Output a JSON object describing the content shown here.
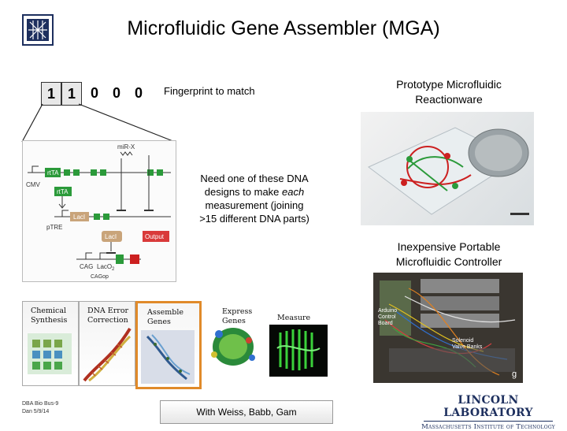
{
  "title": "Microfluidic Gene Assembler (MGA)",
  "bits": [
    "1",
    "1",
    "0",
    "0",
    "0"
  ],
  "fingerprint_label": "Fingerprint to match",
  "circuit": {
    "labels": {
      "mir": "miR-X",
      "rtta1": "rtTA",
      "cmv": "CMV",
      "rtta2": "rtTA",
      "ptre": "pTRE",
      "laci1": "LacI",
      "laci2": "LacI",
      "output": "Output",
      "cag": "CAG",
      "laco": "LacO",
      "subscript": "2",
      "cagop": "CAGop"
    }
  },
  "need_text": "Need one of these DNA designs to make each measurement (joining >15 different DNA parts)",
  "need_text_parts": [
    "Need one of these DNA",
    "designs to make ",
    "each",
    "measurement (joining",
    ">15 different DNA parts)"
  ],
  "prototype_title": [
    "Prototype Microfluidic",
    "Reactionware"
  ],
  "controller_title": [
    "Inexpensive Portable",
    "Microfluidic Controller"
  ],
  "controller_labels": {
    "arduino": [
      "Arduino",
      "Control",
      "Board"
    ],
    "valves": [
      "Solenoid",
      "Valve Banks"
    ],
    "g": "g"
  },
  "steps": [
    {
      "label": [
        "Chemical",
        "Synthesis"
      ]
    },
    {
      "label": [
        "DNA Error",
        "Correction"
      ]
    },
    {
      "label": [
        "Assemble",
        "Genes"
      ]
    },
    {
      "label": [
        "Express",
        "Genes"
      ]
    },
    {
      "label": [
        "Measure"
      ]
    }
  ],
  "footer": {
    "left_lines": [
      "DBA Bio Bus-9",
      "Dan 5/9/14"
    ],
    "center": "With Weiss, Babb, Gam",
    "lab_name": "LINCOLN LABORATORY",
    "lab_sub": "Massachusetts Institute of Technology"
  },
  "colors": {
    "green": "#2b9a3a",
    "tan": "#c9a47a",
    "red": "#cc2020",
    "output": "#d93a3a",
    "navy": "#1d2f5e"
  }
}
